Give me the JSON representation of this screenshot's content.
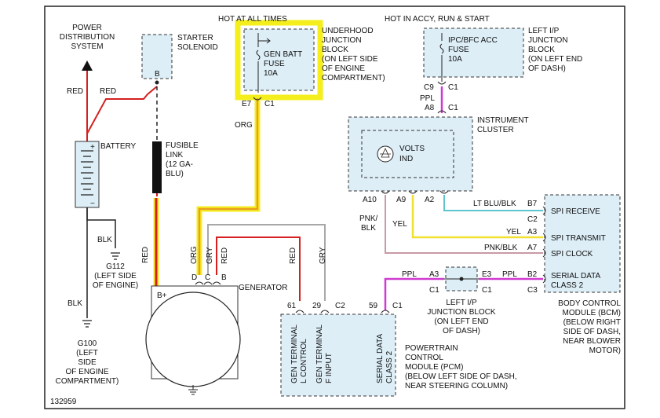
{
  "pdc": [
    "POWER",
    "DISTRIBUTION",
    "SYSTEM"
  ],
  "starter": [
    "STARTER",
    "SOLENOID"
  ],
  "starter_pin": "B",
  "hot_all": "HOT AT ALL TIMES",
  "hot_accy": "HOT IN ACCY, RUN & START",
  "gen_fuse": [
    "GEN BATT",
    "FUSE",
    "10A"
  ],
  "ujb": [
    "UNDERHOOD",
    "JUNCTION",
    "BLOCK",
    "(ON LEFT SIDE",
    "OF ENGINE",
    "COMPARTMENT)"
  ],
  "ipc_fuse": [
    "IPC/BFC ACC",
    "FUSE",
    "10A"
  ],
  "lipjb_top": [
    "LEFT I/P",
    "JUNCTION",
    "BLOCK",
    "(ON LEFT END",
    "OF DASH)"
  ],
  "conn": {
    "e7": "E7",
    "c1a": "C1",
    "c9": "C9",
    "c1b": "C1",
    "a8": "A8",
    "c1c": "C1",
    "a10": "A10",
    "a9": "A9",
    "a2": "A2",
    "b7": "B7",
    "c2": "C2",
    "a3r": "A3",
    "a7": "A7",
    "b2": "B2",
    "c3": "C3",
    "a3m": "A3",
    "e3": "E3",
    "c1m1": "C1",
    "c1m2": "C1",
    "d": "D",
    "c": "C",
    "b": "B",
    "bplus": "B+",
    "p61": "61",
    "p29": "29",
    "pc2": "C2",
    "p59": "59",
    "pc1": "C1"
  },
  "wires": {
    "red1": "RED",
    "red2": "RED",
    "org1": "ORG",
    "ppl1": "PPL",
    "blk1": "BLK",
    "blk2": "BLK",
    "red3": "RED",
    "org2": "ORG",
    "gry1": "GRY",
    "red4": "RED",
    "red5": "RED",
    "gry2": "GRY",
    "ltblu": "LT BLU/BLK",
    "yel1": "YEL",
    "yel2": "YEL",
    "pnk1": [
      "PNK/",
      "BLK"
    ],
    "pnk2": "PNK/BLK",
    "ppl2": "PPL",
    "ppl3": "PPL"
  },
  "battery": "BATTERY",
  "fusible": [
    "FUSIBLE",
    "LINK",
    "(12 GA-",
    "BLU)"
  ],
  "cluster": [
    "INSTRUMENT",
    "CLUSTER"
  ],
  "volts": [
    "VOLTS",
    "IND"
  ],
  "g112": [
    "G112",
    "(LEFT SIDE",
    "OF ENGINE)"
  ],
  "g100": [
    "G100",
    "(LEFT",
    "SIDE",
    "OF ENGINE",
    "COMPARTMENT)"
  ],
  "generator": "GENERATOR",
  "bcm_pins": [
    "SPI RECEIVE",
    "SPI TRANSMIT",
    "SPI CLOCK",
    "SERIAL DATA",
    "CLASS 2"
  ],
  "bcm_label": [
    "BODY CONTROL",
    "MODULE (BCM)",
    "(BELOW RIGHT",
    "SIDE OF DASH,",
    "NEAR BLOWER",
    "MOTOR)"
  ],
  "lipjb_mid": [
    "LEFT I/P",
    "JUNCTION BLOCK",
    "(ON LEFT END",
    "OF DASH)"
  ],
  "pcm_pins": {
    "p1a": "GEN TERMINAL",
    "p1b": "L CONTROL",
    "p2a": "GEN TERMINAL",
    "p2b": "F INPUT",
    "p3a": "SERIAL DATA",
    "p3b": "CLASS 2"
  },
  "pcm_label": [
    "POWERTRAIN",
    "CONTROL",
    "MODULE (PCM)",
    "(BELOW LEFT SIDE OF DASH,",
    "NEAR STEERING COLUMN)"
  ],
  "fig_id": "132959",
  "colors": {
    "red": "#d42020",
    "org": "#e8a020",
    "gry": "#a8a8a8",
    "ppl": "#d03ad0",
    "yel": "#f0e030",
    "ltblu": "#5cc6cc",
    "pnk": "#c89aa6",
    "blk": "#222222",
    "box": "#ddeef7",
    "highlight": "#f4ee1c"
  }
}
